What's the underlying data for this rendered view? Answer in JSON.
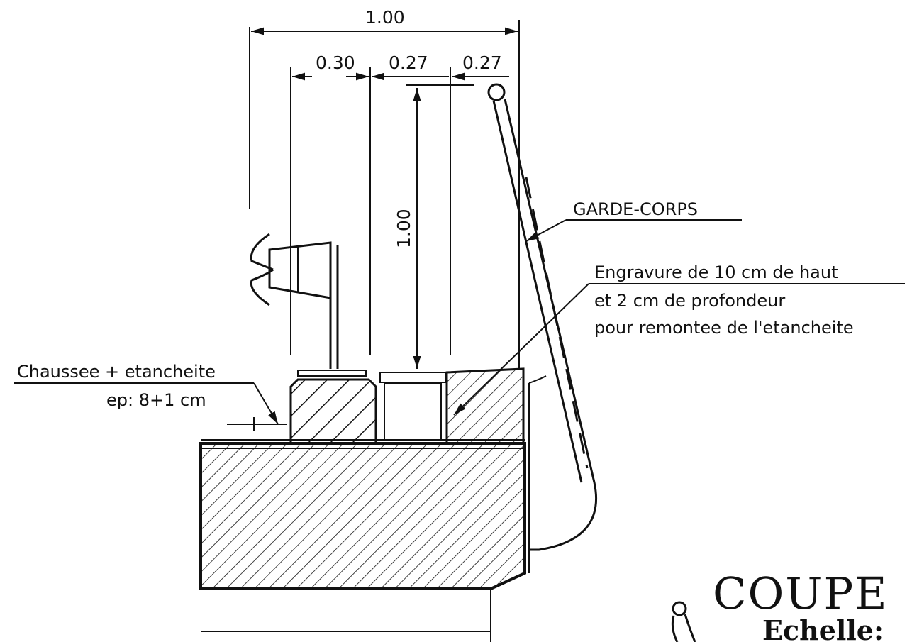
{
  "dimensions": {
    "overall_width": "1.00",
    "segment_1": "0.30",
    "segment_2": "0.27",
    "segment_3": "0.27",
    "railing_height": "1.00"
  },
  "labels": {
    "railing": "GARDE-CORPS",
    "groove_line_1": "Engravure de 10 cm de haut",
    "groove_line_2": "et 2 cm de profondeur",
    "groove_line_3": "pour remontee de l'etancheite",
    "roadway_line_1": "Chaussee + etancheite",
    "roadway_line_2": "ep: 8+1 cm"
  },
  "title": {
    "main": "COUPE",
    "scale_label": "Echelle:"
  },
  "colors": {
    "ink": "#111111",
    "background": "#ffffff"
  }
}
